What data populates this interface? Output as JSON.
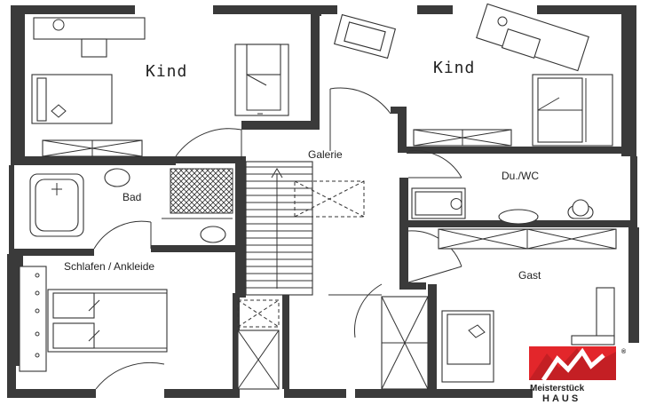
{
  "rooms": {
    "kind_left": "Kind",
    "kind_right": "Kind",
    "galerie": "Galerie",
    "bad": "Bad",
    "du_wc": "Du./WC",
    "schlafen": "Schlafen / Ankleide",
    "gast": "Gast"
  },
  "logo": {
    "brand_line1": "Meisterstück",
    "brand_line2": "HAUS",
    "registered": "®",
    "accent_color": "#e3262b"
  }
}
